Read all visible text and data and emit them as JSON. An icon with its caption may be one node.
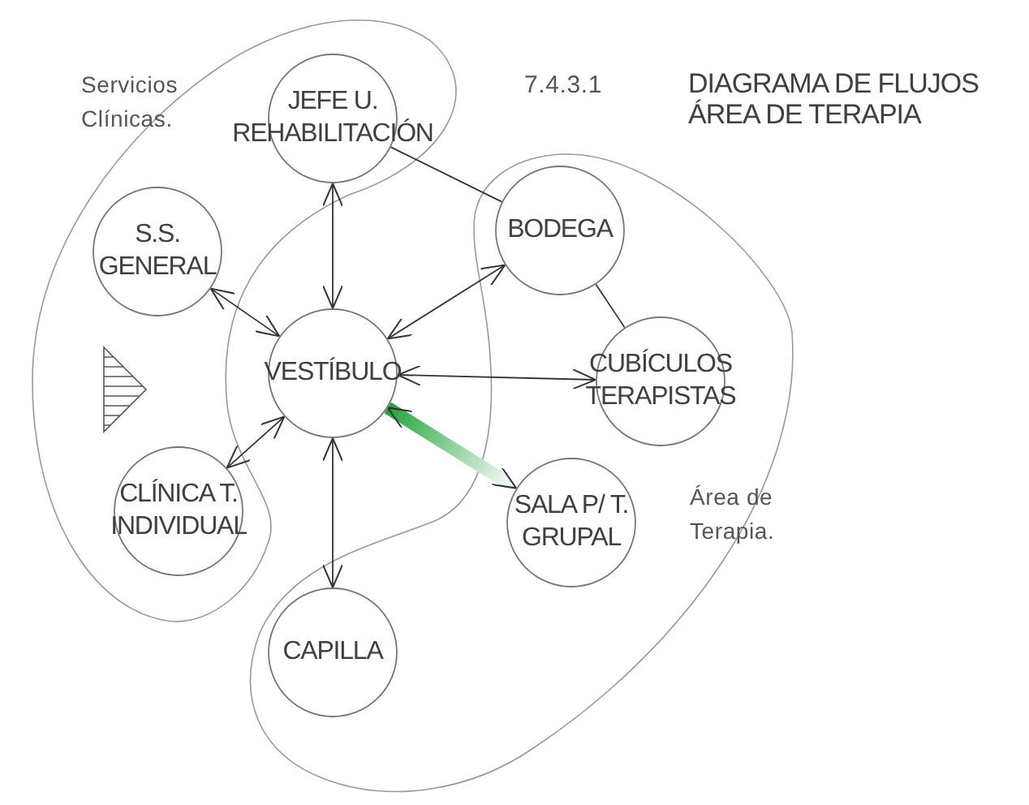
{
  "diagram": {
    "title": "DIAGRAMA DE FLUJOS ÁREA DE TERAPIA",
    "nodes": [
      {
        "text": [
          "JEFE U. REHABILITACIÓN"
        ]
      },
      {
        "text": [
          "S.S. GENERAL"
        ]
      },
      {
        "text": [
          "BODEGA"
        ]
      },
      {
        "text": [
          "VESTÍBULO"
        ]
      },
      {
        "text": [
          "CUBÍCULOS TERAPISTAS"
        ]
      },
      {
        "text": [
          "CLÍNICA T. INDIVIDUAL"
        ]
      },
      {
        "text": [
          "SALA P/ T. GRUPAL"
        ]
      },
      {
        "text": [
          "CAPILLA"
        ]
      }
    ],
    "edges": [
      {
        "from": 0,
        "to": 3,
        "arrow": "both"
      },
      {
        "from": 1,
        "to": 3,
        "arrow": "both"
      },
      {
        "from": 2,
        "to": 3,
        "arrow": "both"
      },
      {
        "from": 4,
        "to": 3,
        "arrow": "both"
      },
      {
        "from": 5,
        "to": 3,
        "arrow": "both"
      },
      {
        "from": 7,
        "to": 3,
        "arrow": "both"
      },
      {
        "from": 6,
        "to": 3,
        "arrow": "both",
        "style": "thick",
        "color": "#22a33a"
      },
      {
        "from": 0,
        "to": 2,
        "arrow": "none"
      },
      {
        "from": 2,
        "to": 4,
        "arrow": "none"
      }
    ],
    "labels": [
      "Servicios Clínicas.",
      "7.4.3.1",
      "Área de Terapia."
    ]
  }
}
